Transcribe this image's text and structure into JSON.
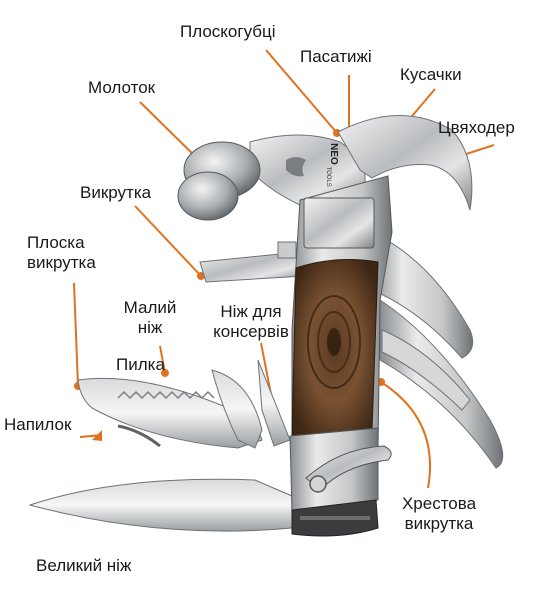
{
  "brand": "NEO",
  "brand_sub": "TOOLS",
  "accent_color": "#e2711d",
  "labels": {
    "ploskohubtsi": "Плоскогубці",
    "pasatyzhi": "Пасатижі",
    "kusachky": "Кусачки",
    "molotok": "Молоток",
    "tsviakhoder": "Цвяходер",
    "vykrutka": "Викрутка",
    "ploska_vykrutka": "Плоска\nвикрутка",
    "malyi_nizh": "Малий\nніж",
    "nizh_konservy": "Ніж для\nконсервів",
    "pylka": "Пилка",
    "napylok": "Напилок",
    "khrestova_vykrutka": "Хрестова\nвикрутка",
    "velykyi_nizh": "Великий ніж"
  }
}
